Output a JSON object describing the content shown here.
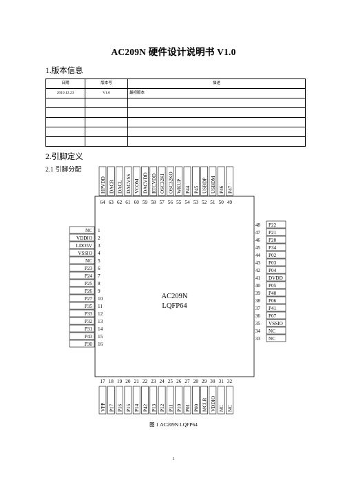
{
  "doc": {
    "title": "AC209N 硬件设计说明书  V1.0",
    "section1": "1.版本信息",
    "section2": "2.引脚定义",
    "subsection21": "2.1 引脚分配",
    "caption": "图 1    AC209N   LQFP64",
    "page_number": "1"
  },
  "version_table": {
    "headers": [
      "日期",
      "版本号",
      "描述"
    ],
    "rows": [
      [
        "2010.12.23",
        "V1.0",
        "最初版本"
      ],
      [
        "",
        "",
        ""
      ],
      [
        "",
        "",
        ""
      ],
      [
        "",
        "",
        ""
      ],
      [
        "",
        "",
        ""
      ],
      [
        "",
        "",
        ""
      ]
    ]
  },
  "chip": {
    "name_line1": "AC209N",
    "name_line2": "LQFP64",
    "left_pins": [
      {
        "num": "1",
        "name": "NC"
      },
      {
        "num": "2",
        "name": "VDDIO"
      },
      {
        "num": "3",
        "name": "LDO5V"
      },
      {
        "num": "4",
        "name": "VSSIO"
      },
      {
        "num": "5",
        "name": "NC"
      },
      {
        "num": "6",
        "name": "P23"
      },
      {
        "num": "7",
        "name": "P24"
      },
      {
        "num": "8",
        "name": "P25"
      },
      {
        "num": "9",
        "name": "P26"
      },
      {
        "num": "10",
        "name": "P27"
      },
      {
        "num": "11",
        "name": "P35"
      },
      {
        "num": "12",
        "name": "P33"
      },
      {
        "num": "13",
        "name": "P32"
      },
      {
        "num": "14",
        "name": "P31"
      },
      {
        "num": "15",
        "name": "P43"
      },
      {
        "num": "16",
        "name": "P30"
      }
    ],
    "right_pins": [
      {
        "num": "48",
        "name": "P22"
      },
      {
        "num": "47",
        "name": "P21"
      },
      {
        "num": "46",
        "name": "P20"
      },
      {
        "num": "45",
        "name": "P34"
      },
      {
        "num": "44",
        "name": "P02"
      },
      {
        "num": "43",
        "name": "P03"
      },
      {
        "num": "42",
        "name": "P04"
      },
      {
        "num": "41",
        "name": "DVDD"
      },
      {
        "num": "40",
        "name": "P05"
      },
      {
        "num": "39",
        "name": "P40"
      },
      {
        "num": "38",
        "name": "P06"
      },
      {
        "num": "37",
        "name": "P41"
      },
      {
        "num": "36",
        "name": "P07"
      },
      {
        "num": "35",
        "name": "VSSIO"
      },
      {
        "num": "34",
        "name": "NC"
      },
      {
        "num": "33",
        "name": "NC"
      }
    ],
    "top_pins": [
      {
        "num": "64",
        "name": "HPVDD"
      },
      {
        "num": "63",
        "name": "DACR"
      },
      {
        "num": "62",
        "name": "DACL"
      },
      {
        "num": "61",
        "name": "DACVSS"
      },
      {
        "num": "60",
        "name": "VCOM"
      },
      {
        "num": "59",
        "name": "DACVDD"
      },
      {
        "num": "58",
        "name": "RTCVDD"
      },
      {
        "num": "57",
        "name": "OSC32KI"
      },
      {
        "num": "56",
        "name": "OSC32KO"
      },
      {
        "num": "55",
        "name": "WKUP"
      },
      {
        "num": "54",
        "name": "P44"
      },
      {
        "num": "53",
        "name": "P45"
      },
      {
        "num": "52",
        "name": "USBDP"
      },
      {
        "num": "51",
        "name": "USBDM"
      },
      {
        "num": "50",
        "name": "P46"
      },
      {
        "num": "49",
        "name": "P47"
      }
    ],
    "bottom_pins": [
      {
        "num": "17",
        "name": "VPP"
      },
      {
        "num": "18",
        "name": "P17"
      },
      {
        "num": "19",
        "name": "P16"
      },
      {
        "num": "20",
        "name": "P15"
      },
      {
        "num": "21",
        "name": "P14"
      },
      {
        "num": "22",
        "name": "P42"
      },
      {
        "num": "23",
        "name": "P13"
      },
      {
        "num": "24",
        "name": "P12"
      },
      {
        "num": "25",
        "name": "P11"
      },
      {
        "num": "26",
        "name": "P10"
      },
      {
        "num": "27",
        "name": "P01"
      },
      {
        "num": "28",
        "name": "P00"
      },
      {
        "num": "29",
        "name": "MCLR"
      },
      {
        "num": "30",
        "name": "VDDIO"
      },
      {
        "num": "31",
        "name": "NC"
      },
      {
        "num": "32",
        "name": "NC"
      }
    ]
  }
}
